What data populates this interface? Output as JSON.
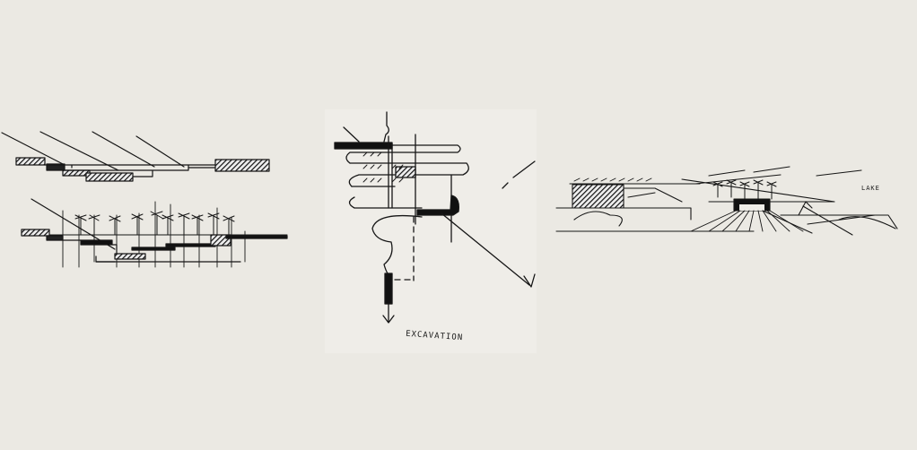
{
  "sketches": [
    {
      "name": "terraced-section-sketch"
    },
    {
      "name": "excavation-sketch",
      "label": "EXCAVATION"
    },
    {
      "name": "lake-section-sketch",
      "label": "LAKE"
    }
  ],
  "colors": {
    "background": "#ebe9e3",
    "ink": "#161616"
  }
}
